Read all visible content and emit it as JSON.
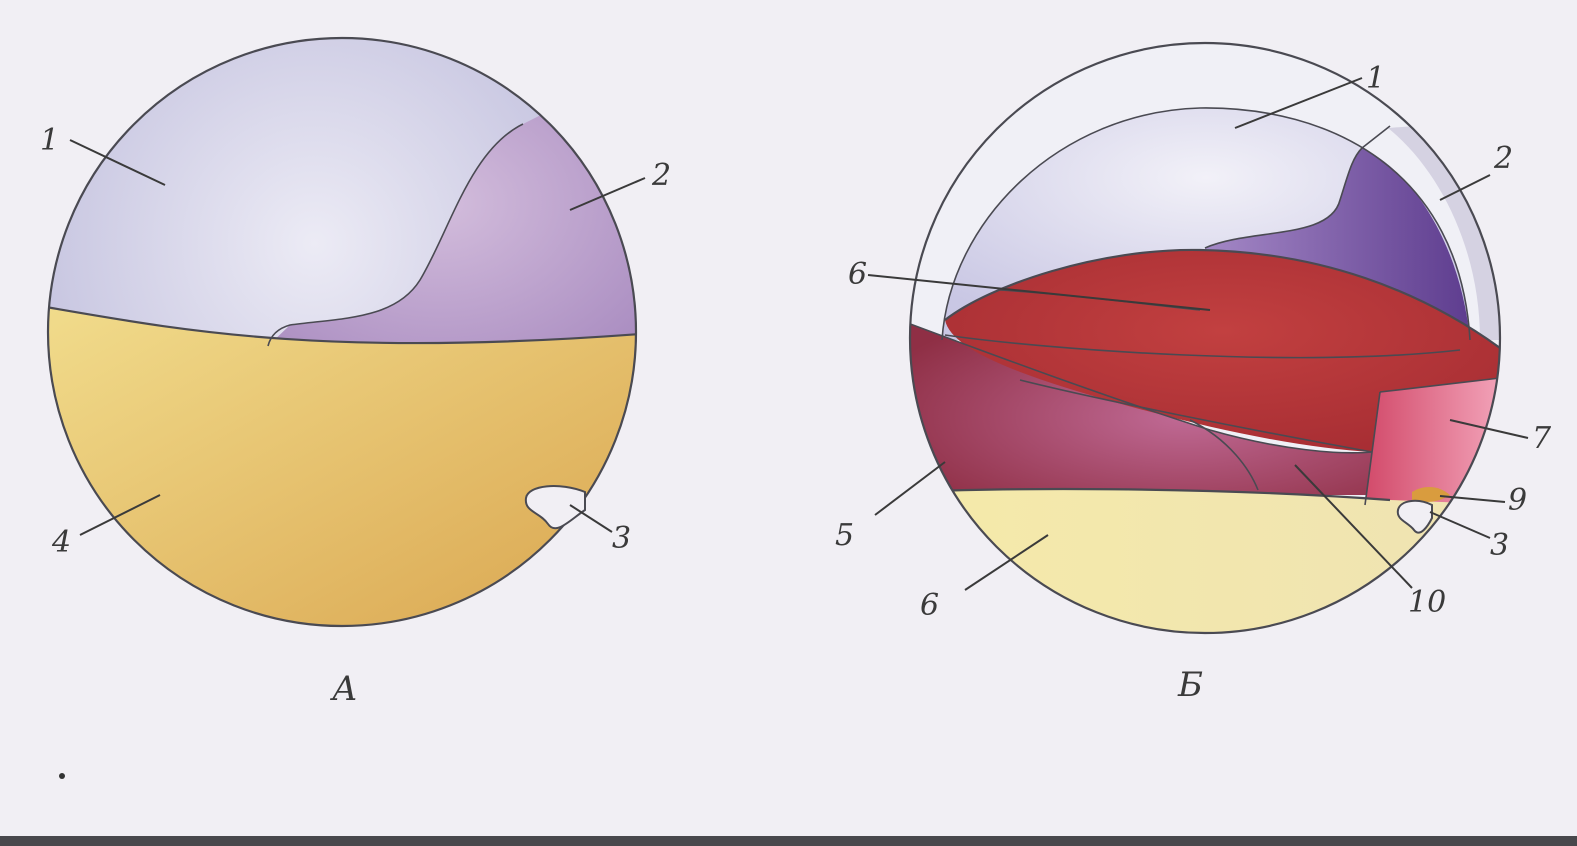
{
  "figure": {
    "panel_a": {
      "caption": "А",
      "labels": {
        "l1": "1",
        "l2": "2",
        "l3": "3",
        "l4": "4"
      }
    },
    "panel_b": {
      "caption": "Б",
      "labels": {
        "l1": "1",
        "l2": "2",
        "l3": "3",
        "l5": "5",
        "l6_top": "6",
        "l6_bottom": "6",
        "l7": "7",
        "l9": "9",
        "l10": "10"
      }
    },
    "colors": {
      "lavender": "#c6c4e0",
      "lilac": "#bba0cc",
      "yolk": "#e9c873",
      "pale_yolk": "#f2e7a8",
      "red": "#b73a3a",
      "maroon": "#9e3a55",
      "violet": "#7d5ca8",
      "pink": "#e27e95"
    }
  }
}
